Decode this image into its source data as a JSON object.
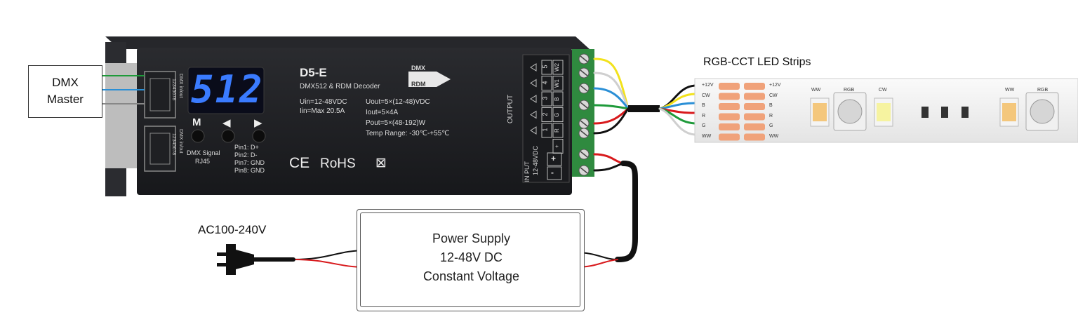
{
  "dmx_master": {
    "line1": "DMX",
    "line2": "Master"
  },
  "decoder": {
    "model": "D5-E",
    "subtitle": "DMX512 & RDM Decoder",
    "display_value": "512",
    "dmx_rdm_logo": {
      "top": "DMX",
      "bottom": "RDM"
    },
    "spec_left": [
      "Uin=12-48VDC",
      "Iin=Max 20.5A"
    ],
    "spec_right": [
      "Uout=5×(12-48)VDC",
      "Iout=5×4A",
      "Pout=5×(48-192)W",
      "Temp Range: -30℃-+55℃"
    ],
    "buttons": [
      "M",
      "◀",
      "▶"
    ],
    "rj45_port_label": "DMX in/out",
    "rj45_pins": "12345678",
    "dmx_signal": [
      "DMX Signal",
      "RJ45"
    ],
    "pins": [
      "Pin1: D+",
      "Pin2: D-",
      "Pin7: GND",
      "Pin8: GND"
    ],
    "certs": {
      "ce": "CE",
      "rohs": "RoHS",
      "weee": "⊠"
    },
    "output_label": "OUTPUT",
    "output_channels": [
      "W2",
      "W1",
      "B",
      "G",
      "R",
      "+"
    ],
    "output_numbers": [
      "5",
      "4",
      "3",
      "2",
      "1"
    ],
    "input_label": "IN PUT",
    "input_voltage": "12-48VDC",
    "input_terminals": [
      "+",
      "-"
    ]
  },
  "led_strip": {
    "title": "RGB-CCT LED Strips",
    "pad_labels": [
      "+12V",
      "CW",
      "B",
      "R",
      "G",
      "WW"
    ],
    "chip_labels": [
      "WW",
      "RGB",
      "CW",
      "WW",
      "RGB"
    ]
  },
  "ac_label": "AC100-240V",
  "power_supply": {
    "line1": "Power Supply",
    "line2": "12-48V DC",
    "line3": "Constant Voltage"
  },
  "colors": {
    "wire_black": "#111111",
    "wire_red": "#d8191c",
    "wire_green": "#1e9a3a",
    "wire_blue": "#2a8fd6",
    "wire_yellow": "#f2e21c",
    "wire_white": "#ffffff",
    "display_blue": "#3a7bff",
    "case": "#1c1d20",
    "terminal_green": "#2f8a3f"
  }
}
